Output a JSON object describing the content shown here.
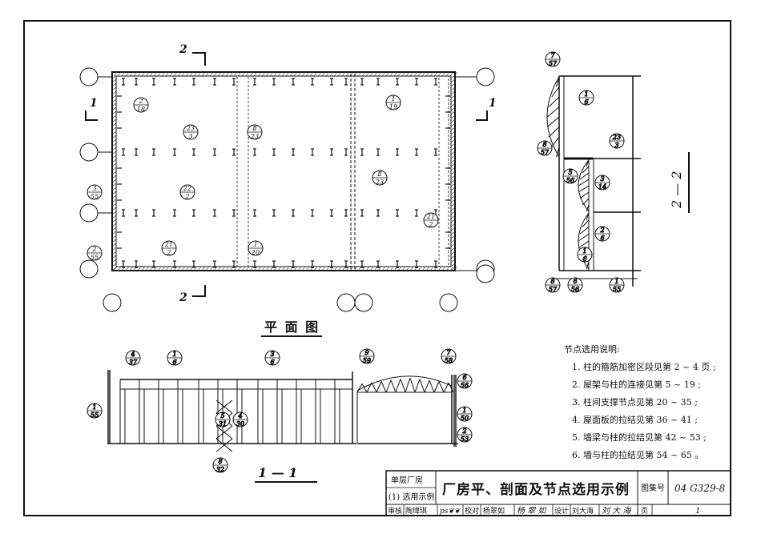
{
  "plan": {
    "title": "平 面 图",
    "section_marks": {
      "left": "1",
      "right": "1",
      "top": "2",
      "bottom": "2"
    },
    "callouts": [
      {
        "top": "2",
        "bottom": "18"
      },
      {
        "top": "23",
        "bottom": "3"
      },
      {
        "top": "Ⅱ",
        "bottom": "23"
      },
      {
        "top": "22",
        "bottom": "2"
      },
      {
        "top": "Ⅱ",
        "bottom": "23"
      },
      {
        "top": "21",
        "bottom": "2"
      },
      {
        "top": "Ⅰ",
        "bottom": "20"
      },
      {
        "top": "1",
        "bottom": "19"
      },
      {
        "top": "21",
        "bottom": "2"
      },
      {
        "top": "3",
        "bottom": "55"
      },
      {
        "top": "2",
        "bottom": "55"
      }
    ]
  },
  "section_11": {
    "title": "1 — 1",
    "callouts": [
      {
        "top": "4",
        "bottom": "37"
      },
      {
        "top": "1",
        "bottom": "6"
      },
      {
        "top": "3",
        "bottom": "6"
      },
      {
        "top": "9",
        "bottom": "59"
      },
      {
        "top": "7",
        "bottom": "58"
      },
      {
        "top": "6",
        "bottom": "56"
      },
      {
        "top": "1",
        "bottom": "55"
      },
      {
        "top": "5",
        "bottom": "31"
      },
      {
        "top": "4",
        "bottom": "30"
      },
      {
        "top": "1",
        "bottom": "50"
      },
      {
        "top": "2",
        "bottom": "53"
      },
      {
        "top": "8",
        "bottom": "32"
      }
    ]
  },
  "section_22": {
    "title": "2 — 2",
    "callouts": [
      {
        "top": "7",
        "bottom": "57"
      },
      {
        "top": "1",
        "bottom": "6"
      },
      {
        "top": "23",
        "bottom": "3"
      },
      {
        "top": "8",
        "bottom": "57"
      },
      {
        "top": "5",
        "bottom": "56"
      },
      {
        "top": "3",
        "bottom": "14"
      },
      {
        "top": "2",
        "bottom": "6"
      },
      {
        "top": "1",
        "bottom": "6"
      },
      {
        "top": "8",
        "bottom": "57"
      },
      {
        "top": "6",
        "bottom": "56"
      },
      {
        "top": "1",
        "bottom": "55"
      }
    ]
  },
  "notes": {
    "heading": "节点选用说明:",
    "items": [
      "1. 柱的箍筋加密区段见第 2 ~ 4 页 ;",
      "2. 屋架与柱的连接见第 5 ~ 19 ;",
      "3. 柱间支撑节点见第 20 ~ 35 ;",
      "4. 屋面板的拉结见第 36 ~ 41 ;",
      "5. 墙梁与柱的拉结见第 42 ~ 53 ;",
      "6. 墙与柱的拉结见第 54 ~ 65 。"
    ]
  },
  "title_block": {
    "category_line1": "单层厂房",
    "category_line2": "(1) 选用示例",
    "main_title": "厂房平、剖面及节点选用示例",
    "atlas_label": "图集号",
    "atlas_no": "04 G329-8",
    "review_label": "审核",
    "review_name": "陶瑋琪",
    "check_label": "校对",
    "check_name": "杨翠如",
    "design_label": "设计",
    "design_name": "刘大海",
    "page_label": "页",
    "page_no": "1"
  }
}
